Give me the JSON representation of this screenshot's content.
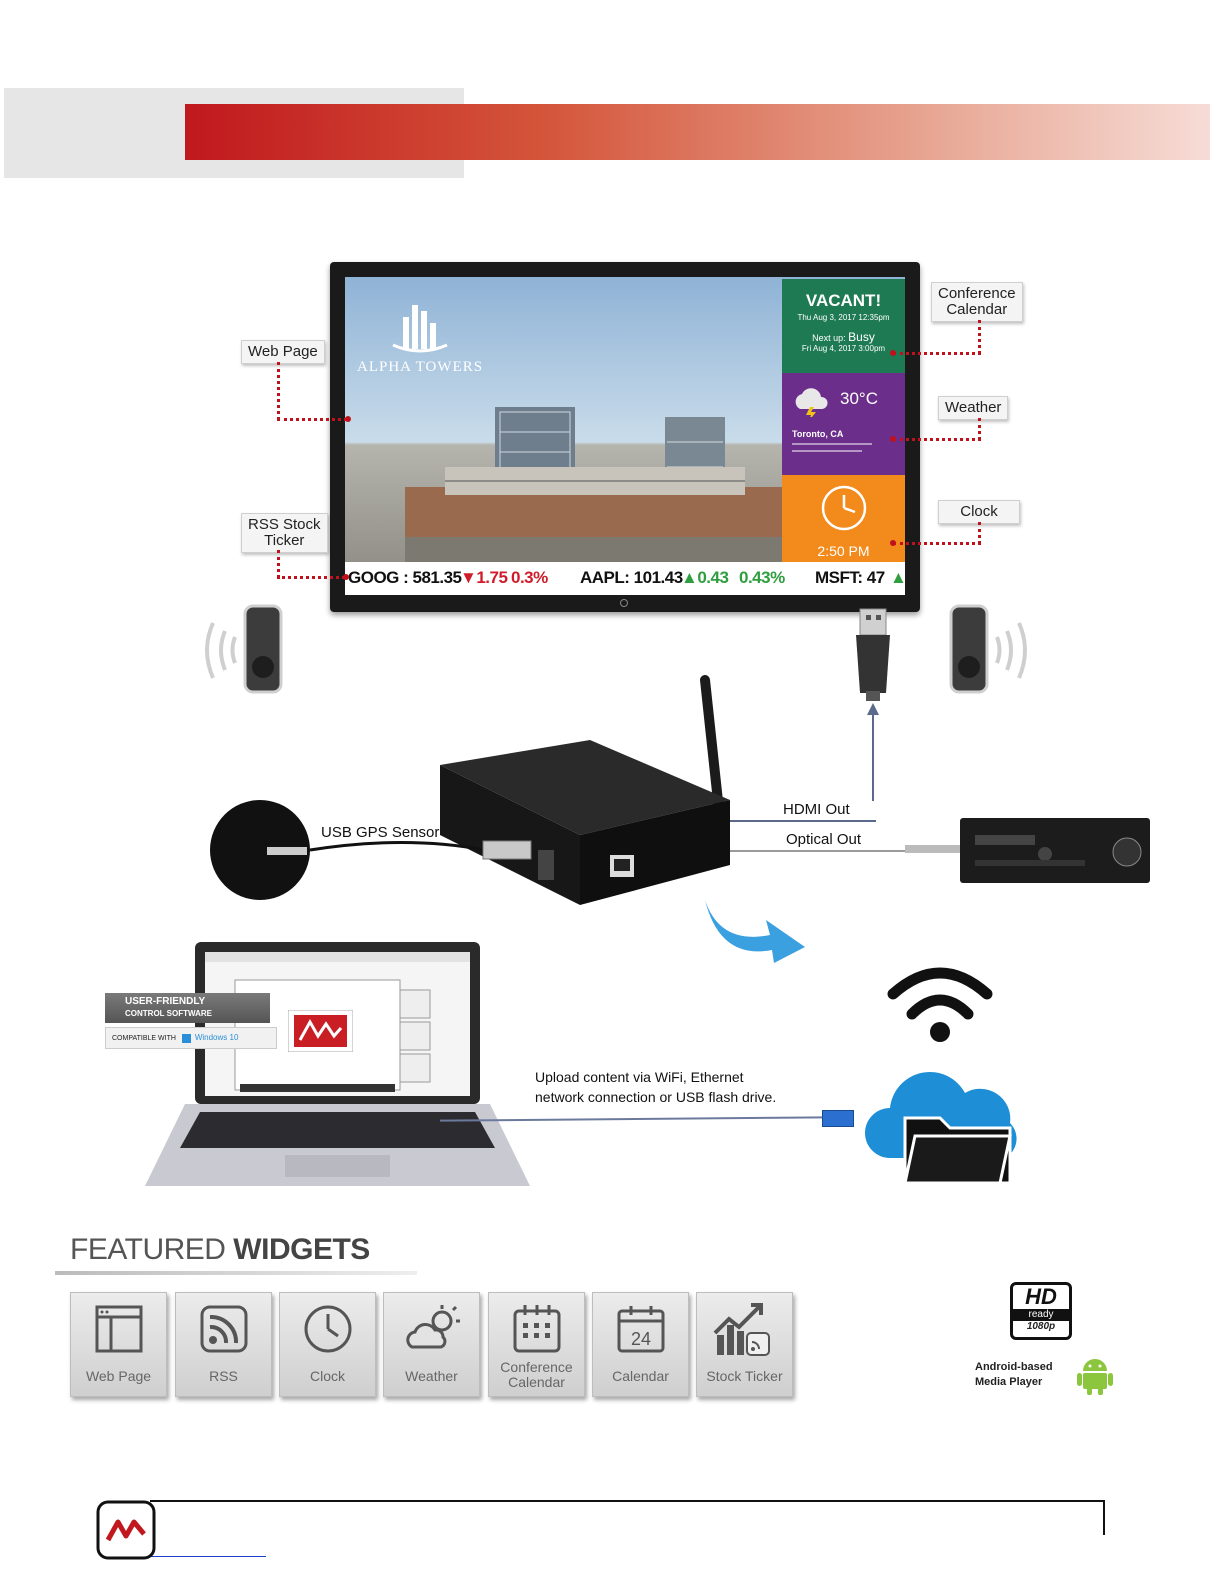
{
  "callouts": {
    "web_page": "Web Page",
    "rss_stock_ticker": "RSS Stock\nTicker",
    "conference_calendar": "Conference\nCalendar",
    "weather": "Weather",
    "clock": "Clock"
  },
  "screen": {
    "logo_text": "ALPHA TOWERS",
    "calendar": {
      "status": "VACANT!",
      "date": "Thu Aug 3, 2017 12:35pm",
      "next_prefix": "Next up:",
      "next_status": "Busy",
      "next_time": "Fri Aug 4, 2017 3:00pm"
    },
    "weather": {
      "temp": "30°C",
      "city": "Toronto, CA"
    },
    "clock": {
      "time": "2:50 PM"
    },
    "ticker": [
      {
        "text": "GOOG : 581.35",
        "color": "#111111"
      },
      {
        "text": "▼1.75",
        "color": "#d01c2a"
      },
      {
        "text": "0.3%",
        "color": "#d01c2a"
      },
      {
        "text": "AAPL: 101.43",
        "color": "#111111"
      },
      {
        "text": "▲0.43",
        "color": "#2e9e3e"
      },
      {
        "text": "0.43%",
        "color": "#2e9e3e"
      },
      {
        "text": "MSFT: 47",
        "color": "#111111"
      },
      {
        "text": "▲",
        "color": "#2e9e3e"
      }
    ]
  },
  "connections": {
    "usb_gps": "USB GPS Sensor",
    "hdmi_out": "HDMI Out",
    "optical_out": "Optical Out",
    "upload_line1": "Upload content via WiFi, Ethernet",
    "upload_line2": "network connection or USB flash drive."
  },
  "laptop_badge": {
    "line1": "USER-FRIENDLY",
    "line2": "CONTROL SOFTWARE",
    "compatible": "COMPATIBLE WITH",
    "os": "Windows 10"
  },
  "featured": {
    "title_light": "FEATURED ",
    "title_bold": "WIDGETS",
    "widgets": [
      {
        "label": "Web Page",
        "icon": "web-page-icon"
      },
      {
        "label": "RSS",
        "icon": "rss-icon"
      },
      {
        "label": "Clock",
        "icon": "clock-icon"
      },
      {
        "label": "Weather",
        "icon": "weather-icon"
      },
      {
        "label": "Conference\nCalendar",
        "icon": "conference-calendar-icon"
      },
      {
        "label": "Calendar",
        "icon": "calendar-icon",
        "day": "24"
      },
      {
        "label": "Stock Ticker",
        "icon": "stock-ticker-icon"
      }
    ]
  },
  "badges": {
    "hd": "HD",
    "ready": "ready",
    "res": "1080p",
    "android_line1": "Android-based",
    "android_line2": "Media Player"
  },
  "colors": {
    "accent_red": "#c0181e",
    "calendar_green": "#1e7a53",
    "weather_purple": "#6b2e8a",
    "clock_orange": "#f28a1c",
    "cloud_blue": "#1e8fd6",
    "android_green": "#8cc63f"
  }
}
